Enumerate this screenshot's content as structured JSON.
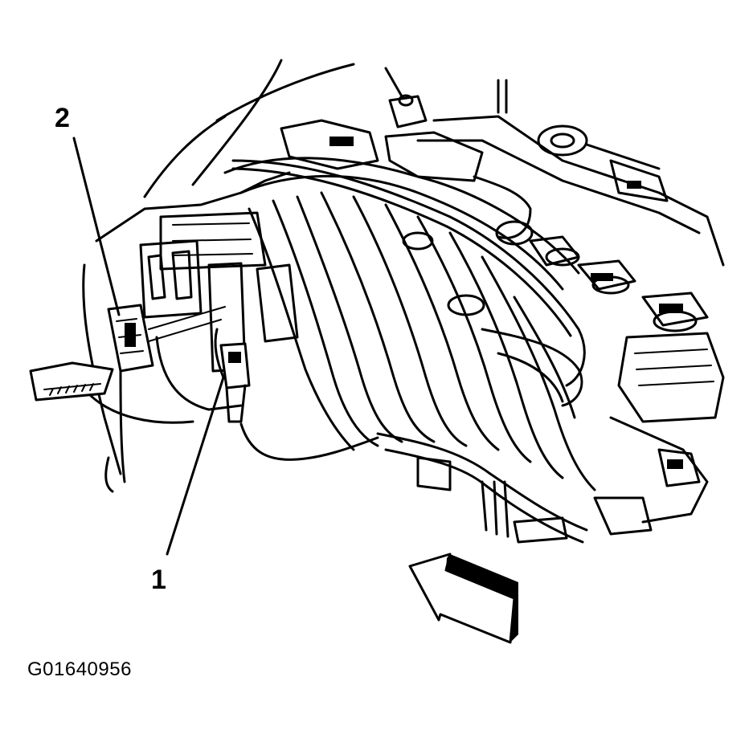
{
  "diagram": {
    "callouts": [
      {
        "id": "1",
        "label": "1"
      },
      {
        "id": "2",
        "label": "2"
      }
    ],
    "figure_id": "G01640956",
    "colors": {
      "ink": "#000000",
      "paper": "#ffffff"
    },
    "view_arrow_icon": "view-direction-arrow-icon"
  }
}
